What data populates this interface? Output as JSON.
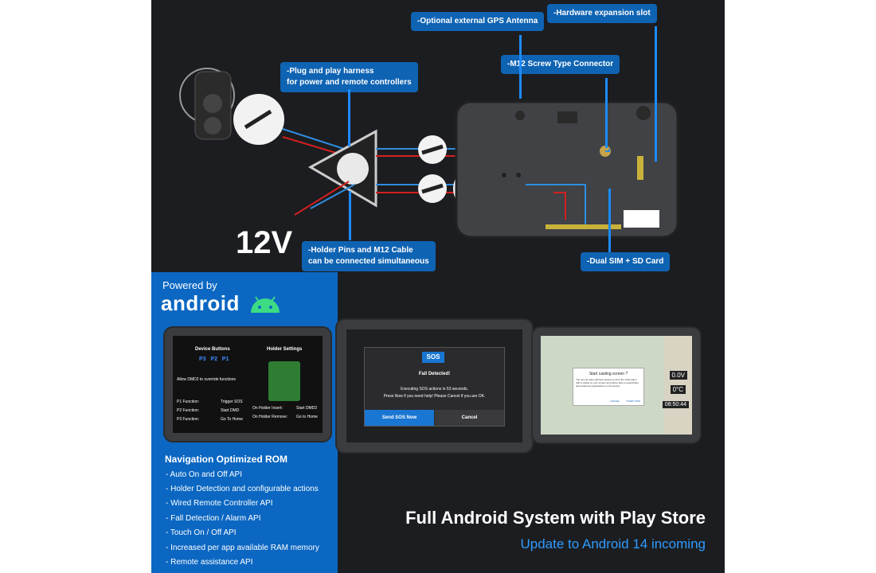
{
  "callouts": {
    "plug": "-Plug and play harness\n for power and remote controllers",
    "gps": "-Optional external GPS Antenna",
    "expansion": "-Hardware expansion slot",
    "m12": "-M12 Screw Type Connector",
    "holder": "-Holder Pins and M12 Cable\n can be connected simultaneous",
    "sim": "-Dual SIM + SD Card"
  },
  "voltage": "12V",
  "powered_by": "Powered by",
  "android": "android",
  "rom": {
    "title": "Navigation Optimized ROM",
    "features": [
      "- Auto On and Off API",
      "- Holder Detection and configurable actions",
      "- Wired Remote Controller API",
      "- Fall Detection / Alarm API",
      "- Touch On / Off API",
      "- Increased per app available RAM memory",
      "- Remote assistance API"
    ]
  },
  "footer": {
    "title": "Full Android System with Play Store",
    "subtitle": "Update to Android 14 incoming"
  },
  "tablet1": {
    "device_buttons": "Device Buttons",
    "holder_settings": "Holder Settings",
    "p_labels": "P3   P2   P1",
    "allow": "Allow DMD2 to override functions",
    "rows": [
      {
        "label": "P1 Function:",
        "value": "Trigger SOS"
      },
      {
        "label": "P2 Function:",
        "value": "Start DMD"
      },
      {
        "label": "P3 Function:",
        "value": "Go To Home"
      }
    ],
    "holder_rows": [
      {
        "label": "On Holder Insert:",
        "value": "Start DMD2"
      },
      {
        "label": "On Holder Remove:",
        "value": "Go to Home"
      }
    ]
  },
  "tablet2": {
    "sos": "SOS",
    "fall": "Fall Detected!",
    "executing": "Executing SOS actions in 53 seconds.",
    "press": "Press Now if you need help! Please Cancel if you are OK.",
    "send": "Send SOS Now",
    "cancel": "Cancel"
  },
  "tablet3": {
    "dialog_title": "Start casting screen ?",
    "dialog_body": "The remote party will have access to all of the information that is visible on your screen and will be able to upload files and install new applications on the device.",
    "cancel": "CANCEL",
    "start": "START NOW",
    "speed": "0.0V",
    "temp": "0°C",
    "time": "08:50:44"
  },
  "colors": {
    "panel": "#0b67c2",
    "callout": "#0f63b3",
    "accent": "#2e9bff",
    "bg": "#1c1d20"
  }
}
